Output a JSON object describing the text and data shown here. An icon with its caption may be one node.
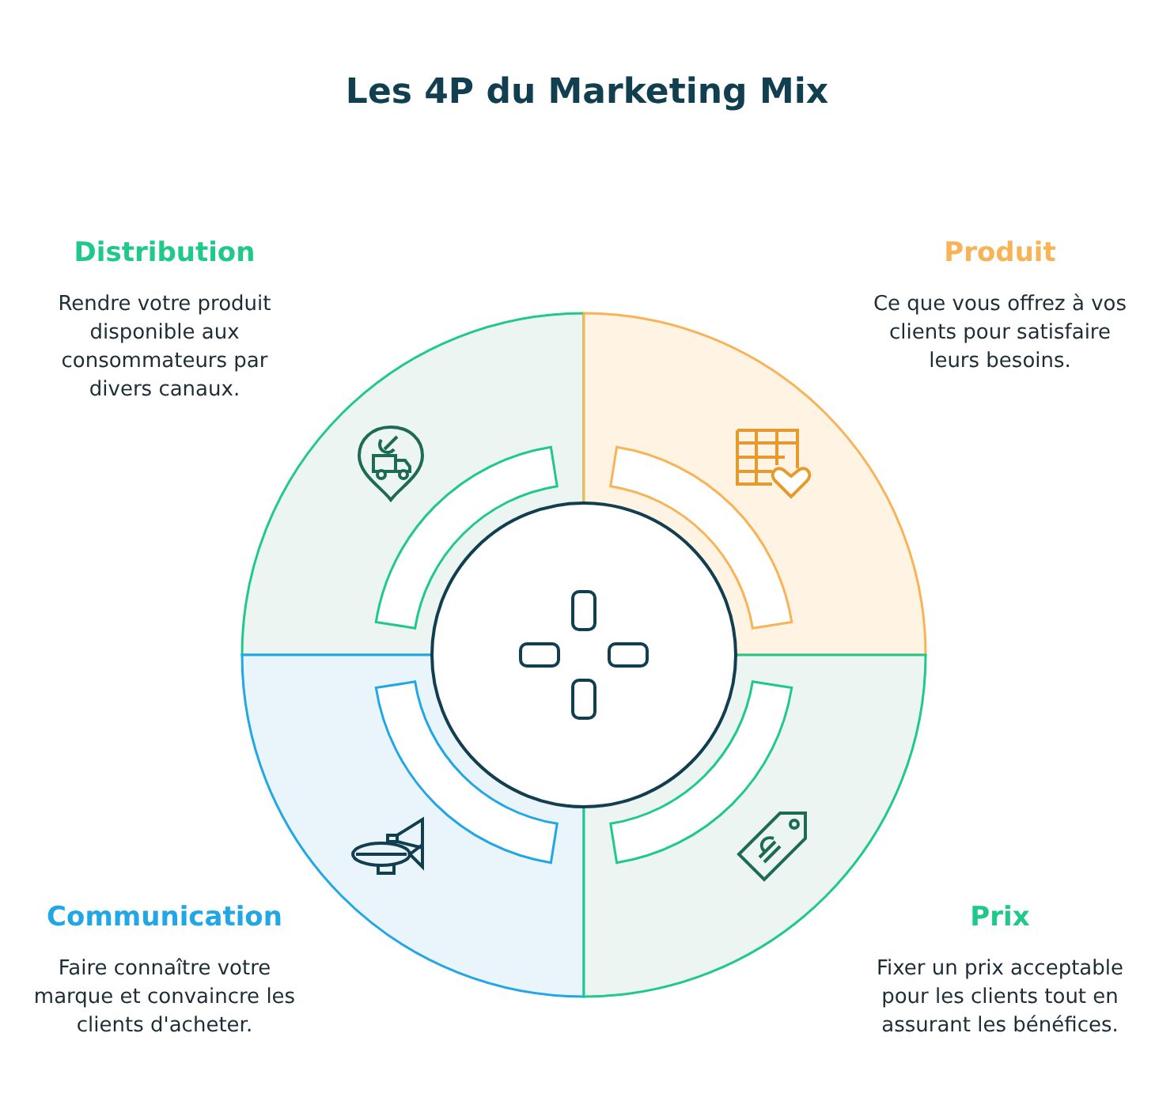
{
  "diagram": {
    "title": "Les 4P du Marketing Mix",
    "nodes": [
      {
        "text": [
          "Distribution",
          "Rendre votre produit disponible aux consommateurs par divers canaux."
        ]
      },
      {
        "text": [
          "Produit",
          "Ce que vous offrez à vos clients pour satisfaire leurs besoins."
        ]
      },
      {
        "text": [
          "Communication",
          "Faire connaître votre marque et convaincre les clients d'acheter."
        ]
      },
      {
        "text": [
          "Prix",
          "Fixer un prix acceptable pour les clients tout en assurant les bénéfices."
        ]
      }
    ]
  }
}
